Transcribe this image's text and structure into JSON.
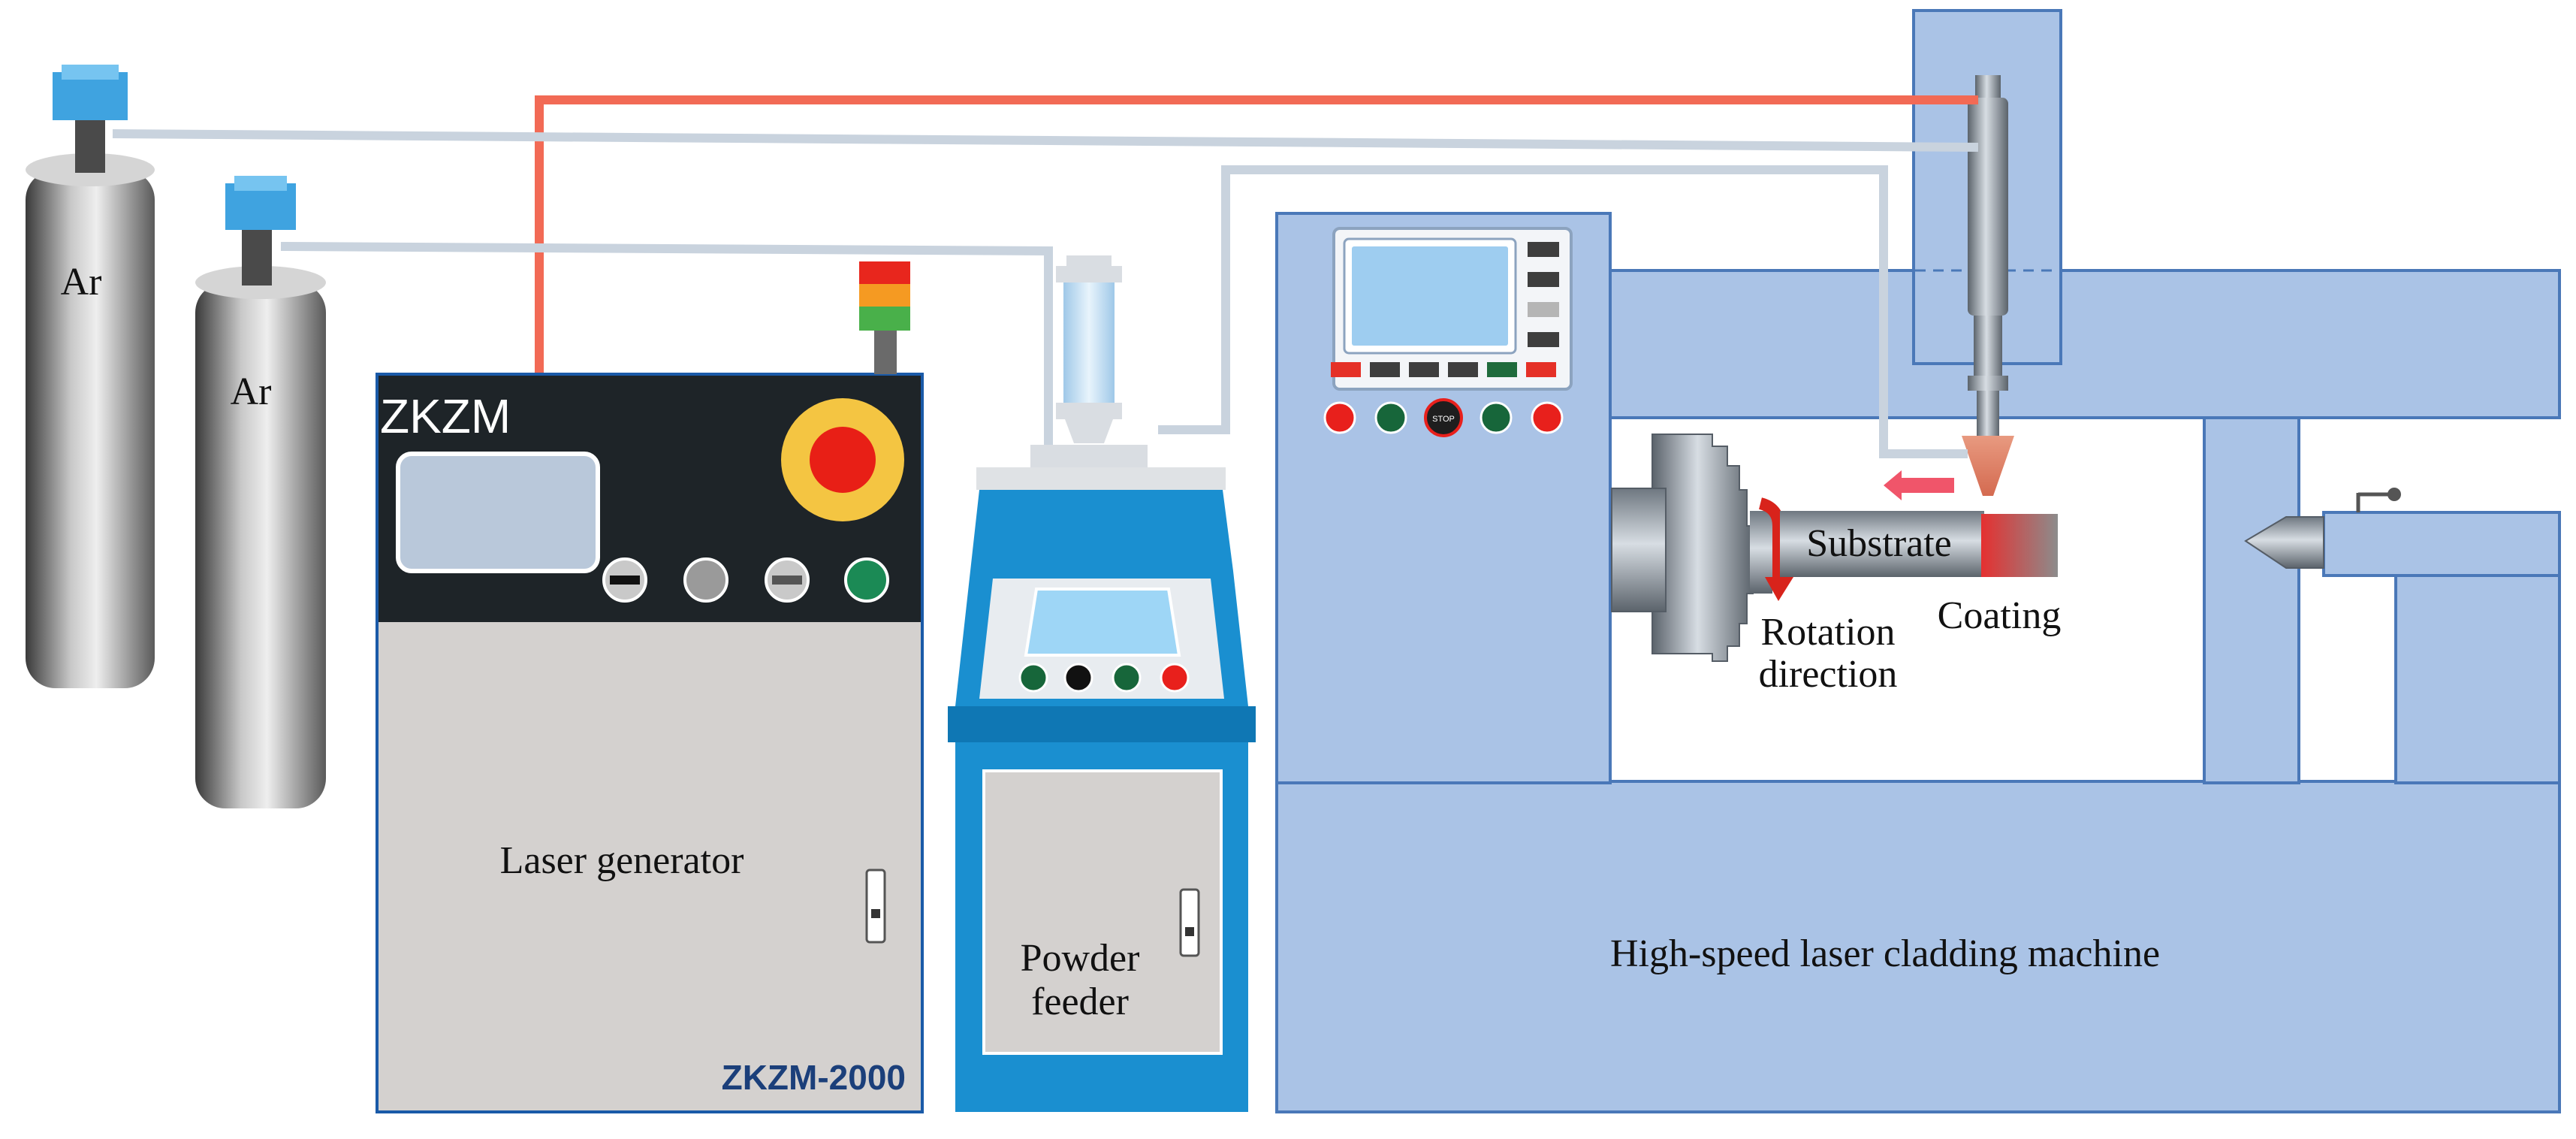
{
  "cylinders": [
    {
      "label": "Ar"
    },
    {
      "label": "Ar"
    }
  ],
  "laser_generator": {
    "brand": "ZKZM",
    "label": "Laser generator",
    "model": "ZKZM-2000"
  },
  "powder_feeder": {
    "label_line1": "Powder",
    "label_line2": "feeder"
  },
  "machine": {
    "label": "High-speed laser cladding machine",
    "stop_button": "STOP"
  },
  "workpiece": {
    "substrate": "Substrate",
    "coating": "Coating",
    "rotation_line1": "Rotation",
    "rotation_line2": "direction"
  },
  "colors": {
    "laser_line": "#f26a55",
    "gas_line": "#c9d3de",
    "machine_blue": "#aac3e6",
    "machine_stroke": "#4a78b8",
    "feeder_blue": "#1a8fd0",
    "panel_dark": "#1e2428",
    "generator_gray": "#d4d1cf",
    "cylinder_blue": "#3fa3e0"
  }
}
